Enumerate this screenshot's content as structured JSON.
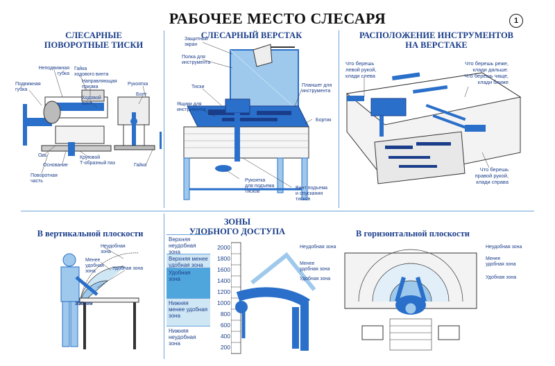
{
  "title": "РАБОЧЕЕ МЕСТО СЛЕСАРЯ",
  "page_number": "1",
  "vise": {
    "heading": "СЛЕСАРНЫЕ\nПОВОРОТНЫЕ ТИСКИ",
    "labels": {
      "fixed_jaw": "Неподвижная\nгубка",
      "guide_nut": "Гайка\nходового винта",
      "movable_jaw": "Подвижная\nгубка",
      "guide_prism": "Направляющая\nпризма",
      "lead_screw": "Ходовой\nвинт",
      "handle": "Рукоятка",
      "bolt": "Болт",
      "axis": "Ось",
      "base": "Основание",
      "t_bolt": "Круговой\nТ-образный паз",
      "nut": "Гайка",
      "swivel": "Поворотная\nчасть"
    }
  },
  "bench": {
    "heading": "СЛЕСАРНЫЙ ВЕРСТАК",
    "labels": {
      "screen": "Защитный\nэкран",
      "tool_shelf": "Полка для\nинструмента",
      "vise": "Тиски",
      "tool_tablet": "Планшет для\nинструмента",
      "drawers": "Ящики для\nинструмента",
      "side": "Бортик",
      "lift_handle": "Рукоятка\nдля подъема\nтисков",
      "lift_screw": "Винт подъема\nи опускания\nтисков"
    }
  },
  "layout": {
    "heading": "РАСПОЛОЖЕНИЕ ИНСТРУМЕНТОВ\nНА ВЕРСТАКЕ",
    "left_hand": "Что берешь\nлевой рукой,\nклади слева",
    "rare": "Что берешь реже,\nклади дальше.\nЧто берешь чаще,\nклади ближе",
    "right_hand": "Что берешь\nправой рукой,\nклади справа"
  },
  "vertical": {
    "heading": "В вертикальной плоскости",
    "inconvenient": "Неудобная\nзона",
    "less_convenient": "Менее\nудобная\nзона",
    "convenient": "Удобная зона",
    "size": "350 мм"
  },
  "zones": {
    "heading": "ЗОНЫ\nУДОБНОГО ДОСТУПА",
    "bands": [
      {
        "label": "Верхняя\nнеудобная\nзона",
        "fill": "#ffffff"
      },
      {
        "label": "Верхняя менее\nудобная зона",
        "fill": "#cfe6f5"
      },
      {
        "label": "Удобная\nзона",
        "fill": "#4fa6dd"
      },
      {
        "label": "Нижняя\nменее удобная\nзона",
        "fill": "#cfe6f5"
      },
      {
        "label": "Нижняя\nнеудобная\nзона",
        "fill": "#ffffff"
      }
    ],
    "ticks": [
      "2000",
      "1800",
      "1600",
      "1400",
      "1200",
      "1000",
      "800",
      "600",
      "400",
      "200"
    ]
  },
  "horizontal": {
    "heading": "В горизонтальной плоскости",
    "left_inconvenient": "Неудобная зона",
    "left_less": "Менее\nудобная зона",
    "left_convenient": "Удобная зона",
    "right_inconvenient": "Неудобная зона",
    "right_less": "Менее\nудобная зона",
    "right_convenient": "Удобная зона"
  },
  "colors": {
    "accent": "#2a6fc9",
    "light": "#9fc9ec",
    "rule": "#6aa3d8",
    "text": "#1a3d8a"
  }
}
